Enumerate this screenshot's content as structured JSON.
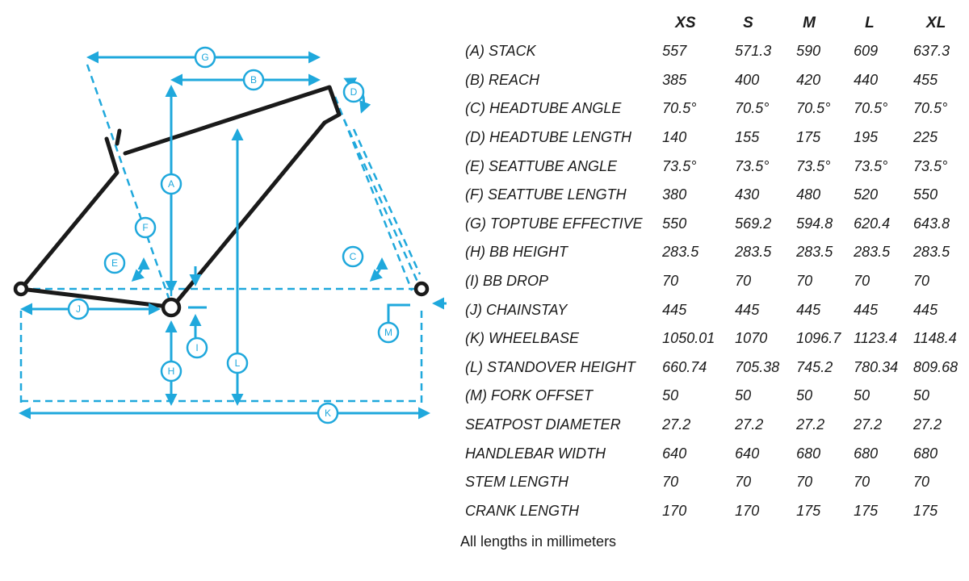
{
  "colors": {
    "frame": "#1a1a1a",
    "dimension": "#1fa8dc",
    "text": "#1a1a1a"
  },
  "diagram": {
    "labels": {
      "A": "A",
      "B": "B",
      "C": "C",
      "D": "D",
      "E": "E",
      "F": "F",
      "G": "G",
      "H": "H",
      "I": "I",
      "J": "J",
      "K": "K",
      "L": "L",
      "M": "M"
    }
  },
  "table": {
    "sizes": [
      "XS",
      "S",
      "M",
      "L",
      "XL"
    ],
    "rows": [
      {
        "label": "(A) STACK",
        "values": [
          "557",
          "571.3",
          "590",
          "609",
          "637.3"
        ]
      },
      {
        "label": "(B) REACH",
        "values": [
          "385",
          "400",
          "420",
          "440",
          "455"
        ]
      },
      {
        "label": "(C) HEADTUBE ANGLE",
        "values": [
          "70.5°",
          "70.5°",
          "70.5°",
          "70.5°",
          "70.5°"
        ]
      },
      {
        "label": "(D) HEADTUBE LENGTH",
        "values": [
          "140",
          "155",
          "175",
          "195",
          "225"
        ]
      },
      {
        "label": "(E) SEATTUBE ANGLE",
        "values": [
          "73.5°",
          "73.5°",
          "73.5°",
          "73.5°",
          "73.5°"
        ]
      },
      {
        "label": "(F) SEATTUBE LENGTH",
        "values": [
          "380",
          "430",
          "480",
          "520",
          "550"
        ]
      },
      {
        "label": "(G) TOPTUBE EFFECTIVE",
        "values": [
          "550",
          "569.2",
          "594.8",
          "620.4",
          "643.8"
        ]
      },
      {
        "label": "(H) BB HEIGHT",
        "values": [
          "283.5",
          "283.5",
          "283.5",
          "283.5",
          "283.5"
        ]
      },
      {
        "label": "(I) BB DROP",
        "values": [
          "70",
          "70",
          "70",
          "70",
          "70"
        ]
      },
      {
        "label": "(J) CHAINSTAY",
        "values": [
          "445",
          "445",
          "445",
          "445",
          "445"
        ]
      },
      {
        "label": "(K) WHEELBASE",
        "values": [
          "1050.01",
          "1070",
          "1096.7",
          "1123.4",
          "1148.4"
        ]
      },
      {
        "label": "(L) STANDOVER HEIGHT",
        "values": [
          "660.74",
          "705.38",
          "745.2",
          "780.34",
          "809.68"
        ]
      },
      {
        "label": "(M) FORK OFFSET",
        "values": [
          "50",
          "50",
          "50",
          "50",
          "50"
        ]
      },
      {
        "label": "SEATPOST DIAMETER",
        "values": [
          "27.2",
          "27.2",
          "27.2",
          "27.2",
          "27.2"
        ]
      },
      {
        "label": "HANDLEBAR WIDTH",
        "values": [
          "640",
          "640",
          "680",
          "680",
          "680"
        ]
      },
      {
        "label": "STEM LENGTH",
        "values": [
          "70",
          "70",
          "70",
          "70",
          "70"
        ]
      },
      {
        "label": "CRANK LENGTH",
        "values": [
          "170",
          "170",
          "175",
          "175",
          "175"
        ]
      }
    ],
    "footnote": "All lengths in millimeters"
  }
}
